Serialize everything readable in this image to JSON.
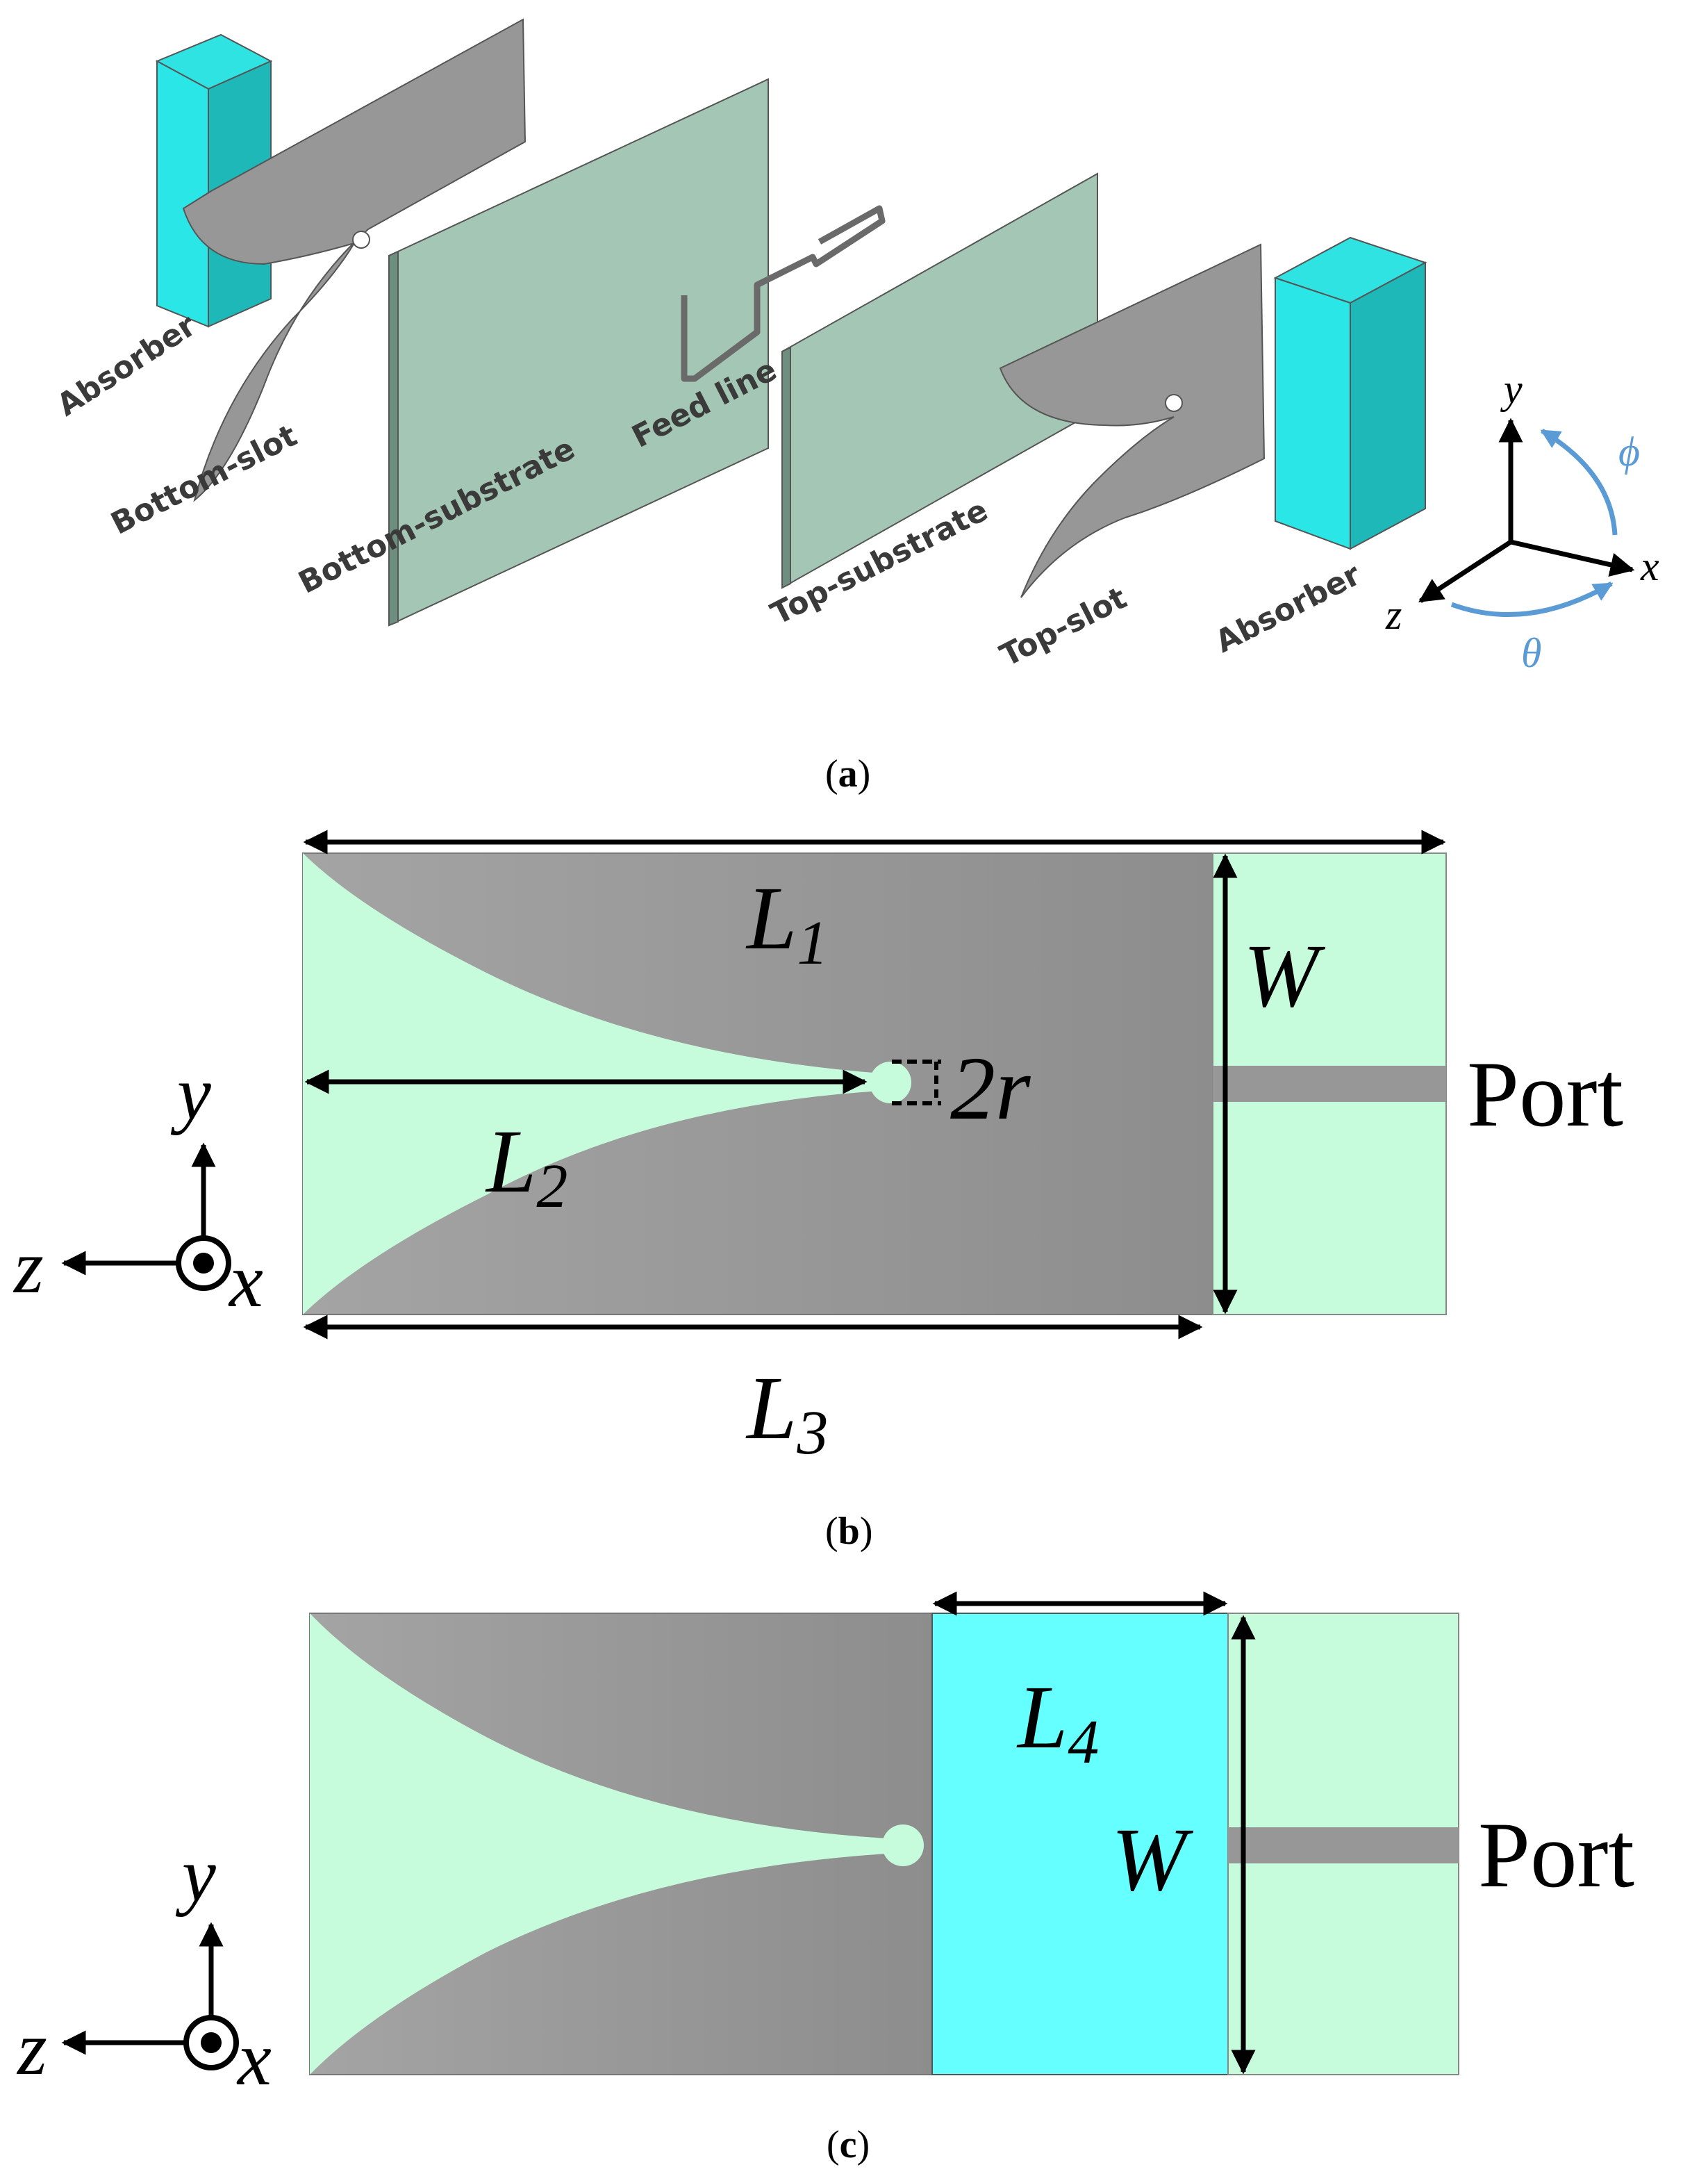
{
  "panel_a": {
    "labels": {
      "absorber_left": "Absorber",
      "bottom_slot": "Bottom-slot",
      "bottom_substrate": "Bottom-substrate",
      "feed_line": "Feed line",
      "top_substrate": "Top-substrate",
      "top_slot": "Top-slot",
      "absorber_right": "Absorber"
    },
    "axes": {
      "y": "y",
      "x": "x",
      "z": "z",
      "phi": "ϕ",
      "theta": "θ"
    },
    "caption_open": "(",
    "caption_letter": "a",
    "caption_close": ")"
  },
  "panel_b": {
    "L1": "L",
    "L1_sub": "1",
    "L2": "L",
    "L2_sub": "2",
    "L3": "L",
    "L3_sub": "3",
    "W": "W",
    "r": "2r",
    "port": "Port",
    "axes": {
      "y": "y",
      "z": "z",
      "x": "x"
    },
    "caption_open": "(",
    "caption_letter": "b",
    "caption_close": ")"
  },
  "panel_c": {
    "L4": "L",
    "L4_sub": "4",
    "W": "W",
    "port": "Port",
    "axes": {
      "y": "y",
      "z": "z",
      "x": "x"
    },
    "caption_open": "(",
    "caption_letter": "c",
    "caption_close": ")"
  },
  "colors": {
    "metal": "#979797",
    "substrate": "#c6fcdc",
    "substrate_3d": "#a4c6b4",
    "absorber": "#22d6d6",
    "absorber_2d": "#66ffff",
    "axis_blue": "#5b9bd5"
  }
}
